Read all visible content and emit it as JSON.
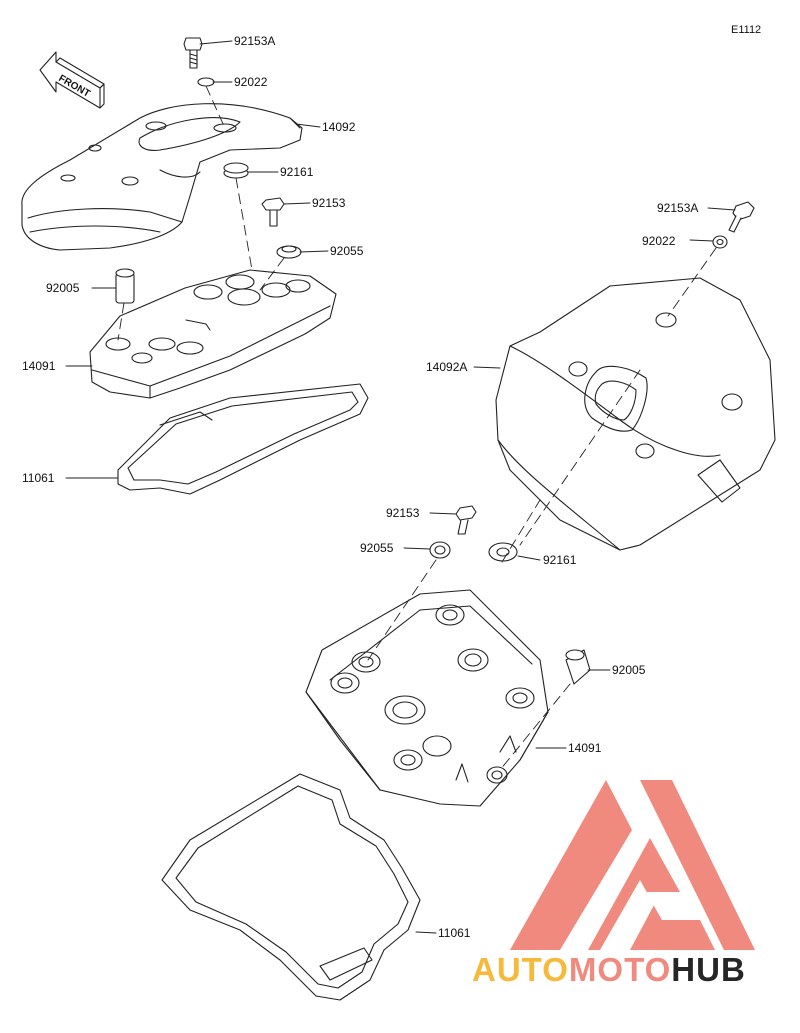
{
  "diagram": {
    "code": "E1112",
    "direction_label": "FRONT",
    "labels": {
      "l_92153A_top": "92153A",
      "l_92022_top": "92022",
      "l_14092": "14092",
      "l_92161_top": "92161",
      "l_92153_top": "92153",
      "l_92055_top": "92055",
      "l_92005_left": "92005",
      "l_14091_left": "14091",
      "l_11061_left": "11061",
      "l_92153A_right": "92153A",
      "l_92022_right": "92022",
      "l_14092A": "14092A",
      "l_92153_mid": "92153",
      "l_92055_mid": "92055",
      "l_92161_mid": "92161",
      "l_92005_right": "92005",
      "l_14091_right": "14091",
      "l_11061_bottom": "11061"
    }
  },
  "watermark": {
    "part1": "AUTO",
    "part2": "MOTO",
    "part3": "HUB",
    "colors": {
      "auto": "#f6b93b",
      "moto": "#f08a7e",
      "hub": "#262626"
    }
  }
}
